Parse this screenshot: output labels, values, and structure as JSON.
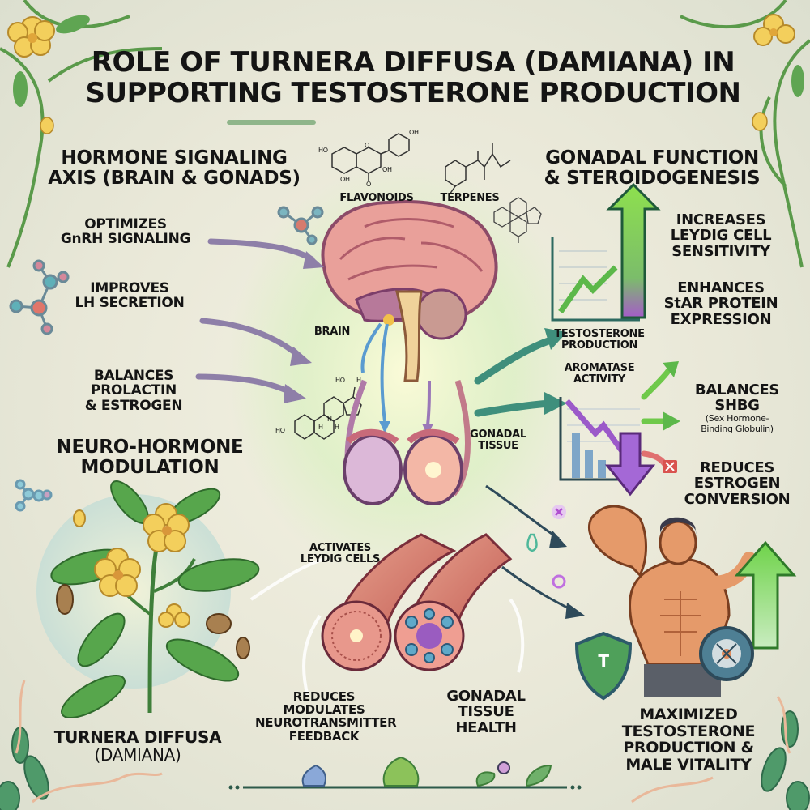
{
  "title": {
    "line1": "ROLE OF TURNERA DIFFUSA (DAMIANA) IN",
    "line2": "SUPPORTING TESTOSTERONE PRODUCTION"
  },
  "left_section": {
    "heading_line1": "HORMONE SIGNALING",
    "heading_line2": "AXIS (BRAIN & GONADS)",
    "items": [
      {
        "line1": "OPTIMIZES",
        "line2": "GnRH SIGNALING"
      },
      {
        "line1": "IMPROVES",
        "line2": "LH SECRETION"
      },
      {
        "line1": "BALANCES",
        "line2": "PROLACTIN",
        "line3": "& ESTROGEN"
      }
    ],
    "subheading_line1": "NEURO-HORMONE",
    "subheading_line2": "MODULATION"
  },
  "compounds": {
    "flavonoids": "FLAVONOIDS",
    "terpenes": "TERPENES",
    "flavonoid_atoms": {
      "ho": "HO",
      "oh_top": "OH",
      "o_ring": "O",
      "oh_mid": "OH",
      "oh_bottom": "OH",
      "o_keto": "O"
    },
    "steroid_atoms": {
      "ho_left": "HO",
      "oh_top": "HO",
      "h_top": "H",
      "h1": "H",
      "h2": "H",
      "h3": "H"
    }
  },
  "center": {
    "brain_label": "BRAIN",
    "gonadal_tissue_line1": "GONADAL",
    "gonadal_tissue_line2": "TISSUE",
    "activates_line1": "ACTIVATES",
    "activates_line2": "LEYDIG CELLS",
    "reduces_line1": "REDUCES",
    "reduces_line2": "MODULATES",
    "reduces_line3": "NEUROTRANSMITTER",
    "reduces_line4": "FEEDBACK",
    "gonadal_health_line1": "GONADAL",
    "gonadal_health_line2": "TISSUE",
    "gonadal_health_line3": "HEALTH"
  },
  "right_section": {
    "heading_line1": "GONADAL FUNCTION",
    "heading_line2": "& STEROIDOGENESIS",
    "items": [
      {
        "line1": "INCREASES",
        "line2": "LEYDIG CELL",
        "line3": "SENSITIVITY"
      },
      {
        "line1": "ENHANCES",
        "line2": "StAR PROTEIN",
        "line3": "EXPRESSION"
      },
      {
        "line1": "BALANCES",
        "line2": "SHBG",
        "note_line1": "(Sex Hormone-",
        "note_line2": "Binding Globulin)"
      },
      {
        "line1": "REDUCES",
        "line2": "ESTROGEN",
        "line3": "CONVERSION"
      }
    ],
    "chart_up_line1": "TESTOSTERONE",
    "chart_up_line2": "PRODUCTION",
    "chart_down_line1": "AROMATASE",
    "chart_down_line2": "ACTIVITY"
  },
  "plant": {
    "name_line1": "TURNERA DIFFUSA",
    "name_line2": "(DAMIANA)"
  },
  "outcome": {
    "line1": "MAXIMIZED",
    "line2": "TESTOSTERONE",
    "line3": "PRODUCTION &",
    "line4": "MALE VITALITY",
    "shield_letter": "T"
  },
  "colors": {
    "text": "#141414",
    "arrow_purple": "#8e7fa8",
    "arrow_green": "#5cb84a",
    "arrow_teal": "#3f8f7c",
    "arrow_red": "#d9534f",
    "down_arrow": "#9b59c9",
    "flower": "#f3cf5c",
    "leaf": "#4c9a4a",
    "brain": "#d98a8a"
  }
}
